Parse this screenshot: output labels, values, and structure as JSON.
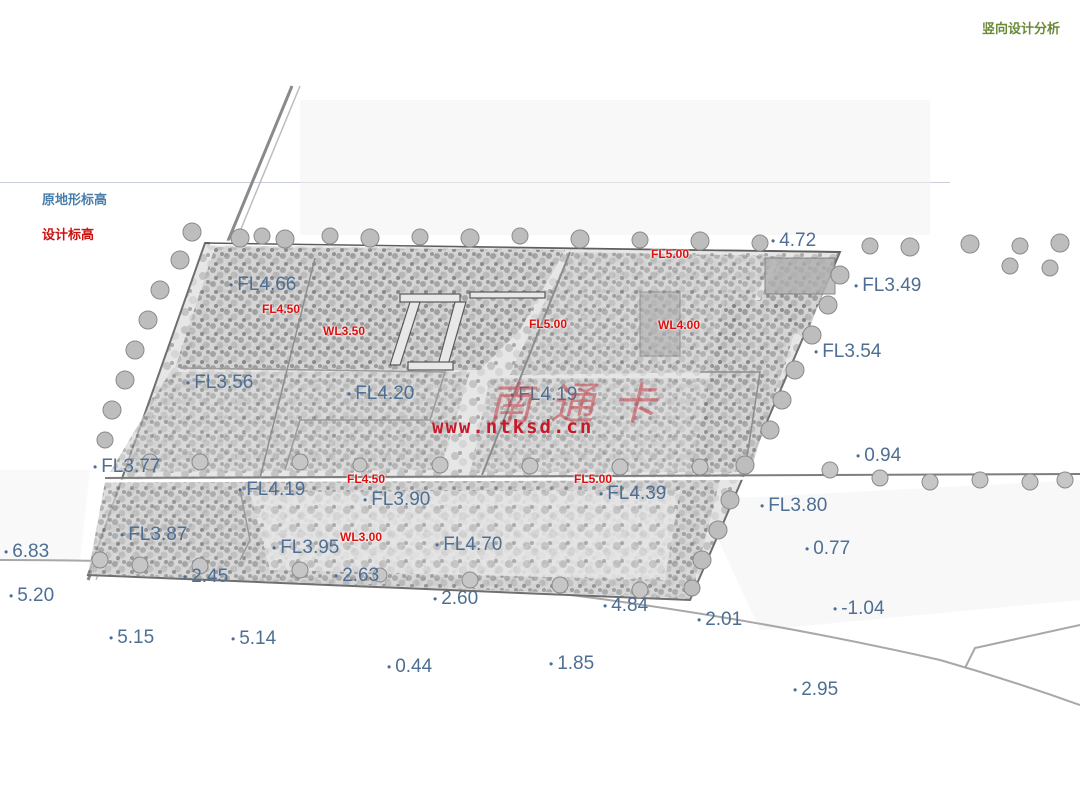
{
  "page_title": "竖向设计分析",
  "legend": {
    "original_label": "原地形标高",
    "design_label": "设计标高",
    "original_color": "#4a7eaa",
    "design_color": "#cc1111"
  },
  "elevations": [
    {
      "id": "e1",
      "text": "4.72"
    },
    {
      "id": "e2",
      "text": "FL4.66"
    },
    {
      "id": "e3",
      "text": "FL3.49"
    },
    {
      "id": "e4",
      "text": "FL3.54"
    },
    {
      "id": "e5",
      "text": "FL3.56"
    },
    {
      "id": "e6",
      "text": "FL4.20"
    },
    {
      "id": "e7",
      "text": "FL4.19"
    },
    {
      "id": "e8",
      "text": "FL3.77"
    },
    {
      "id": "e9",
      "text": "0.94"
    },
    {
      "id": "e10",
      "text": "FL4.19"
    },
    {
      "id": "e11",
      "text": "FL3.90"
    },
    {
      "id": "e12",
      "text": "FL4.39"
    },
    {
      "id": "e13",
      "text": "FL3.80"
    },
    {
      "id": "e14",
      "text": "6.83"
    },
    {
      "id": "e15",
      "text": "FL3.87"
    },
    {
      "id": "e16",
      "text": "FL3.95"
    },
    {
      "id": "e17",
      "text": "FL4.70"
    },
    {
      "id": "e18",
      "text": "0.77"
    },
    {
      "id": "e19",
      "text": "2.45"
    },
    {
      "id": "e20",
      "text": "2.63"
    },
    {
      "id": "e21",
      "text": "5.20"
    },
    {
      "id": "e22",
      "text": "2.60"
    },
    {
      "id": "e23",
      "text": "4.84"
    },
    {
      "id": "e24",
      "text": "-1.04"
    },
    {
      "id": "e25",
      "text": "2.01"
    },
    {
      "id": "e26",
      "text": "5.15"
    },
    {
      "id": "e27",
      "text": "5.14"
    },
    {
      "id": "e28",
      "text": "0.44"
    },
    {
      "id": "e29",
      "text": "1.85"
    },
    {
      "id": "e30",
      "text": "2.95"
    }
  ],
  "design_levels": [
    {
      "id": "d1",
      "text": "FL5.00"
    },
    {
      "id": "d2",
      "text": "FL4.50"
    },
    {
      "id": "d3",
      "text": "WL3.50"
    },
    {
      "id": "d4",
      "text": "FL5.00"
    },
    {
      "id": "d5",
      "text": "WL4.00"
    },
    {
      "id": "d6",
      "text": "FL4.50"
    },
    {
      "id": "d7",
      "text": "FL5.00"
    },
    {
      "id": "d8",
      "text": "WL3.00"
    }
  ],
  "watermark": {
    "brand": "南通卡",
    "url": "www.ntksd.cn"
  }
}
